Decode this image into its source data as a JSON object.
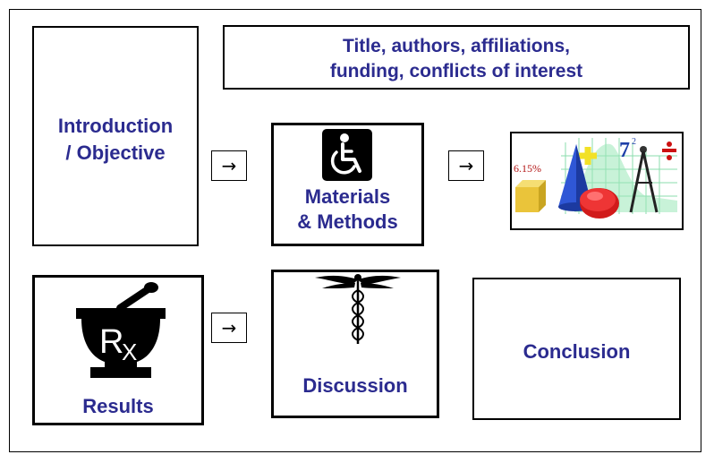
{
  "header_box": {
    "line1": "Title, authors, affiliations,",
    "line2": "funding, conflicts of interest"
  },
  "introduction": {
    "line1": "Introduction",
    "line2": "/ Objective"
  },
  "materials": {
    "line1": "Materials",
    "line2": "& Methods"
  },
  "results": {
    "label": "Results"
  },
  "discussion": {
    "label": "Discussion"
  },
  "conclusion": {
    "label": "Conclusion"
  },
  "arrow_symbol": "→",
  "math_clipart": {
    "percent": "6.15%",
    "number": "7",
    "superscript": "2"
  },
  "colors": {
    "label_text": "#2b2b8f",
    "border": "#000000"
  },
  "icons": {
    "materials": "wheelchair-icon",
    "results": "mortar-pestle-rx-icon",
    "discussion": "caduceus-icon",
    "clipart": "math-geometry-clipart"
  }
}
